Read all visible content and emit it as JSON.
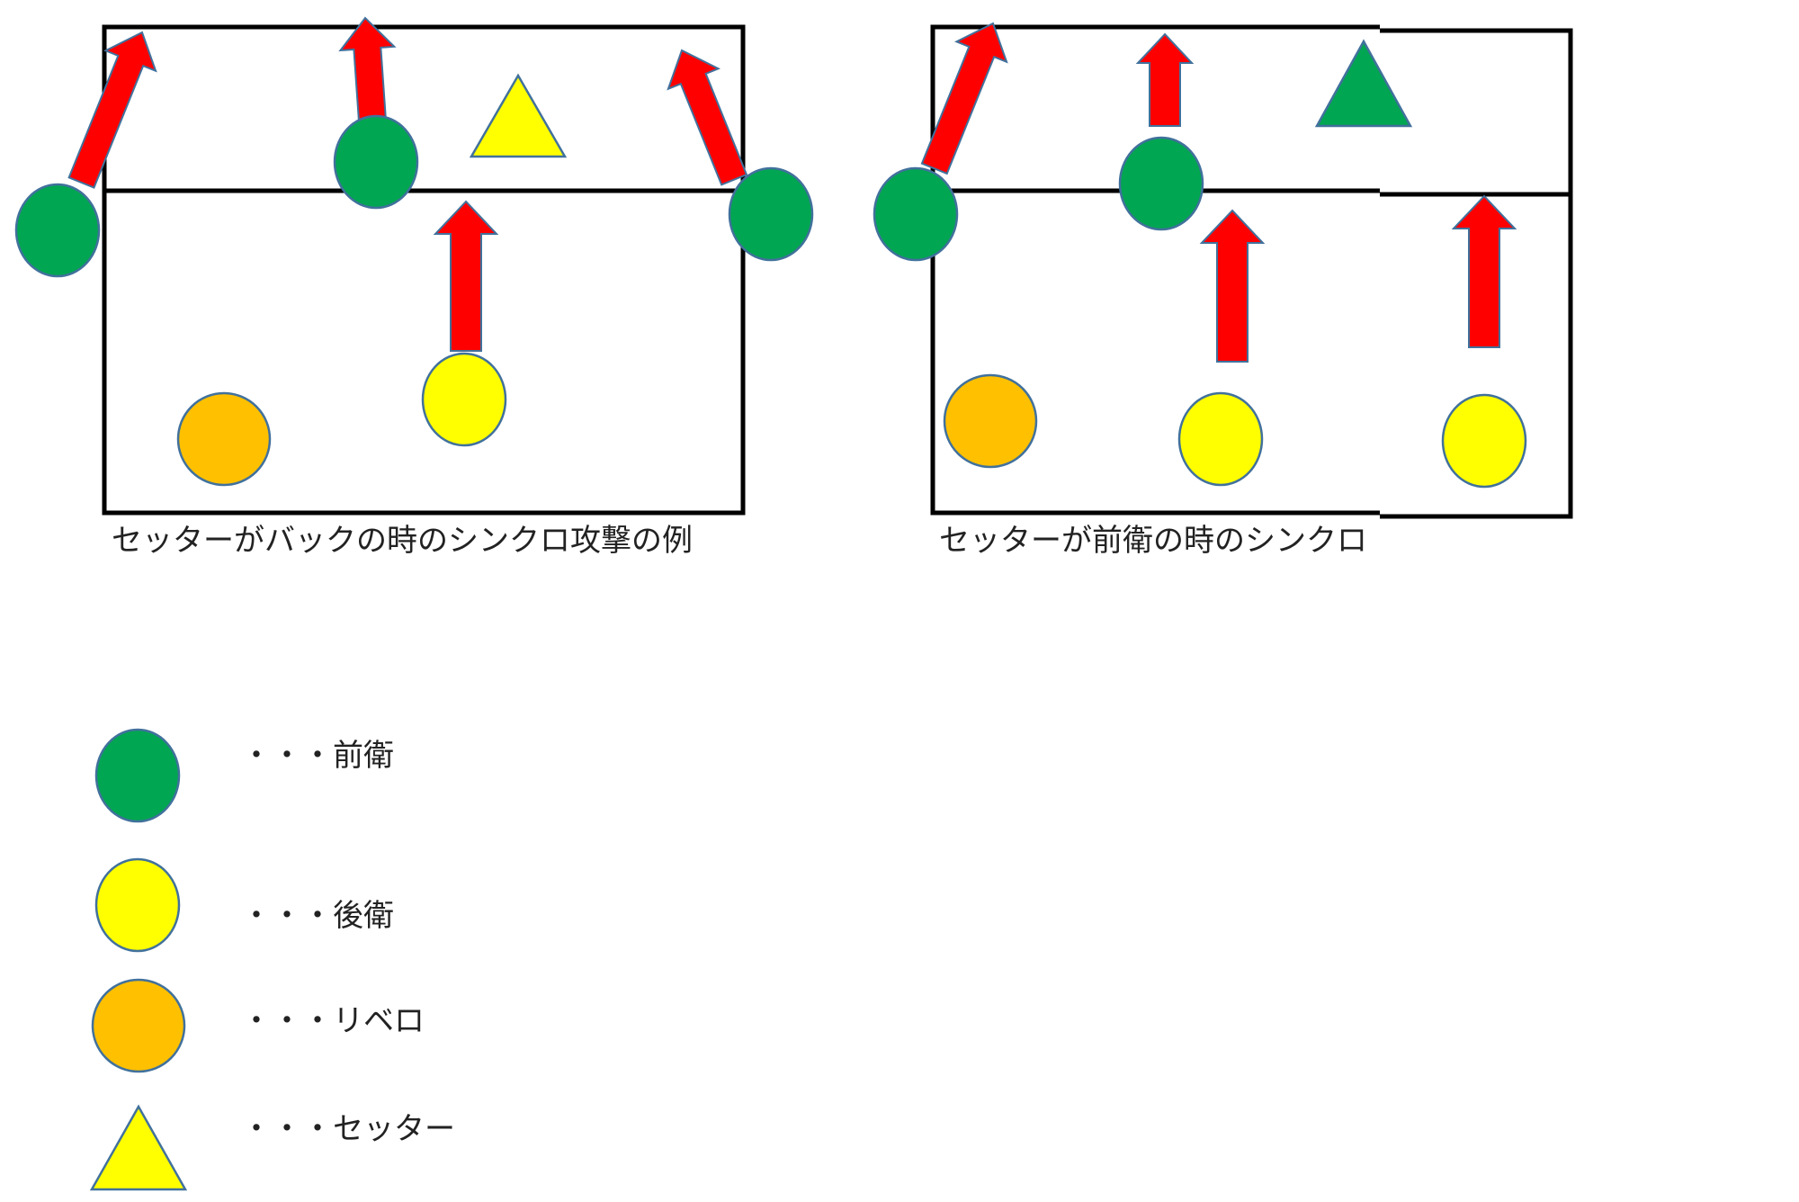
{
  "diagrams": [
    {
      "caption": "セッターがバックの時のシンクロ攻撃の例"
    },
    {
      "caption": "セッターが前衛の時のシンクロ"
    }
  ],
  "legend": [
    {
      "shape": "circle",
      "color": "#00a651",
      "label": "・・・前衛"
    },
    {
      "shape": "circle",
      "color": "#ffff00",
      "label": "・・・後衛"
    },
    {
      "shape": "circle",
      "color": "#ffc000",
      "label": "・・・リベロ"
    },
    {
      "shape": "triangle",
      "color": "#ffff00",
      "label": "・・・セッター"
    }
  ],
  "colors": {
    "front_row": "#00a651",
    "back_row": "#ffff00",
    "libero": "#ffc000",
    "arrow": "#ff0000",
    "outline": "#41719c",
    "court_line": "#000000"
  },
  "icons": {
    "front_row_player": "green-circle-icon",
    "back_row_player": "yellow-circle-icon",
    "libero_player": "orange-circle-icon",
    "setter": "triangle-icon",
    "attack_run": "red-arrow-icon"
  }
}
